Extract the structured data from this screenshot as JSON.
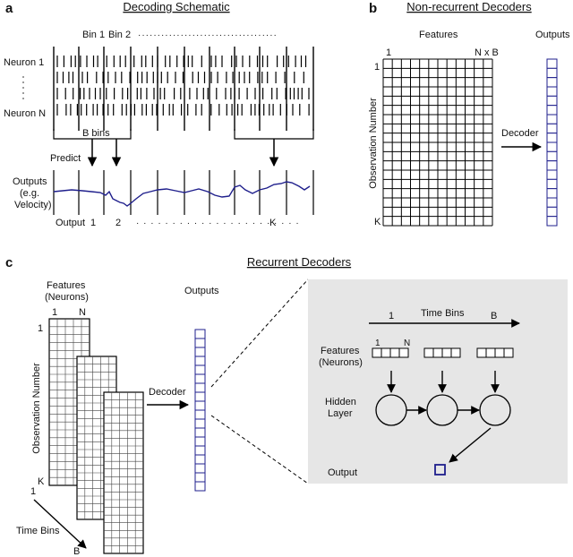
{
  "panels": {
    "a": {
      "letter": "a",
      "title": "Decoding Schematic",
      "bin1": "Bin 1",
      "bin2": "Bin 2",
      "bin_dots": "····································",
      "neuron_first": "Neuron 1",
      "neuron_last": "Neuron N",
      "bbins": "B bins",
      "predict": "Predict",
      "outputs_l1": "Outputs",
      "outputs_l2": "(e.g.",
      "outputs_l3": "Velocity)",
      "output_label": "Output",
      "output_1": "1",
      "output_2": "2",
      "output_dots": "· · · · · · · · · · · · · · · · · · · · · · ·",
      "output_k": "K",
      "trace_color": "#1f1f8c"
    },
    "b": {
      "letter": "b",
      "title": "Non-recurrent Decoders",
      "features": "Features",
      "outputs": "Outputs",
      "col_first": "1",
      "col_last": "N x B",
      "row_first": "1",
      "row_last": "K",
      "ylabel": "Observation Number",
      "decoder": "Decoder",
      "output_color": "#1f1f8c"
    },
    "c": {
      "letter": "c",
      "title": "Recurrent Decoders",
      "features_l1": "Features",
      "features_l2": "(Neurons)",
      "col_first": "1",
      "col_last": "N",
      "row_first": "1",
      "row_last": "K",
      "ylabel": "Observation Number",
      "timebins": "Time Bins",
      "tb_first": "1",
      "tb_last": "B",
      "outputs": "Outputs",
      "decoder": "Decoder",
      "inset": {
        "background": "#e6e6e6",
        "timebins": "Time Bins",
        "tb_first": "1",
        "tb_last": "B",
        "features_l1": "Features",
        "features_l2": "(Neurons)",
        "feat_first": "1",
        "feat_last": "N",
        "hidden_l1": "Hidden",
        "hidden_l2": "Layer",
        "output": "Output"
      }
    }
  }
}
